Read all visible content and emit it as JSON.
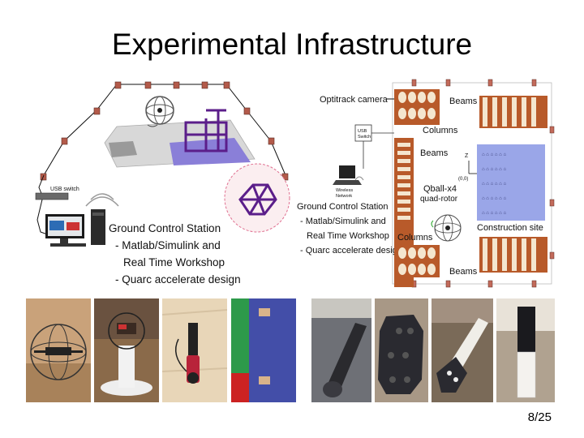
{
  "slide": {
    "title": "Experimental Infrastructure",
    "page_number": "8/25"
  },
  "left_diagram": {
    "usb_label": "USB switch",
    "gcs_title": "Ground Control Station",
    "bullet1_line1": "- Matlab/Simulink and",
    "bullet1_line2": "Real Time Workshop",
    "bullet2": "- Quarc accelerate design"
  },
  "right_diagram": {
    "optitrack_label": "Optitrack camera",
    "beams_top": "Beams",
    "usb_line1": "USB",
    "usb_line2": "Switch",
    "columns_top": "Columns",
    "beams_mid": "Beams",
    "wireless_line1": "Wireless",
    "wireless_line2": "Network",
    "qball_line1": "Qball-x4",
    "qball_line2": "quad-rotor",
    "axis_z": "Z",
    "axis_origin": "(0,0)",
    "gcs_title": "Ground Control Station",
    "bullet1_line1": "- Matlab/Simulink and",
    "bullet1_line2": "Real Time Workshop",
    "bullet2": "- Quarc accelerate design",
    "construction_label": "Construction site",
    "columns_bottom": "Columns",
    "beams_bottom": "Beams"
  },
  "photos": [
    {
      "subject": "quadrotor-in-cage"
    },
    {
      "subject": "qball-on-stand"
    },
    {
      "subject": "gripper-board"
    },
    {
      "subject": "construction-site-floor"
    },
    {
      "subject": "long-black-beam"
    },
    {
      "subject": "octagonal-column-block"
    },
    {
      "subject": "beam-with-connector"
    },
    {
      "subject": "black-and-white-column"
    }
  ]
}
